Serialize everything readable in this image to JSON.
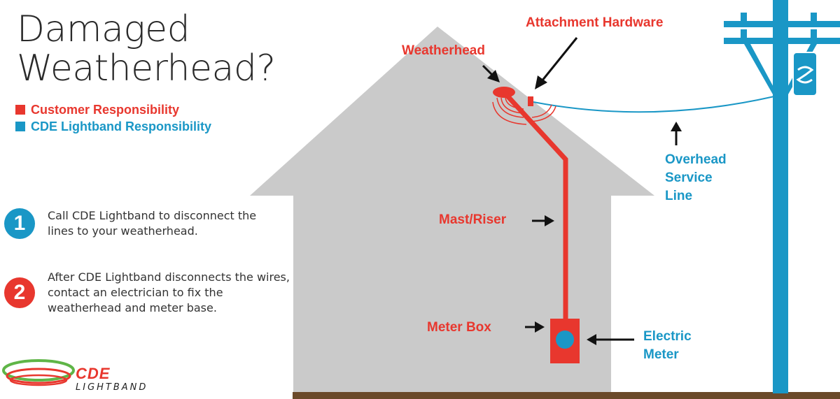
{
  "title": {
    "line1": "Damaged",
    "line2": "Weatherhead?"
  },
  "legend": {
    "customer": {
      "label": "Customer Responsibility",
      "color": "#e8372e"
    },
    "utility": {
      "label": "CDE Lightband Responsibility",
      "color": "#1a97c6"
    }
  },
  "steps": [
    {
      "number": "1",
      "text": "Call CDE Lightband to disconnect the lines to your weatherhead.",
      "color": "#1a97c6"
    },
    {
      "number": "2",
      "text": "After CDE Lightband disconnects the wires, contact an electrician to fix the weatherhead and meter base.",
      "color": "#e8372e"
    }
  ],
  "labels": {
    "attachment_hardware": "Attachment Hardware",
    "weatherhead": "Weatherhead",
    "mast_riser": "Mast/Riser",
    "meter_box": "Meter Box",
    "electric_meter_1": "Electric",
    "electric_meter_2": "Meter",
    "service_line_1": "Overhead",
    "service_line_2": "Service",
    "service_line_3": "Line"
  },
  "logo": {
    "name": "CDE",
    "sub": "LIGHTBAND"
  },
  "colors": {
    "house": "#cacaca",
    "ground": "#6b4a2a",
    "pole": "#1a97c6",
    "customer": "#e8372e",
    "arrow": "#111111"
  }
}
